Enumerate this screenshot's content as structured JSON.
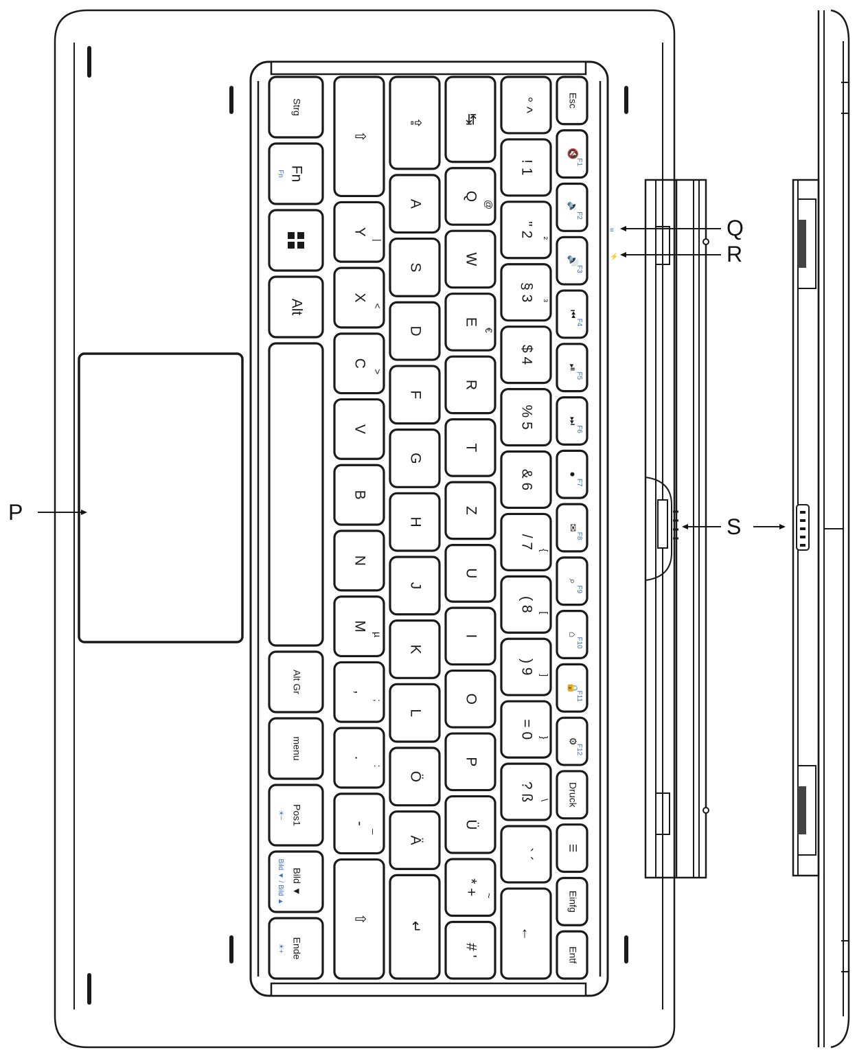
{
  "callouts": [
    {
      "id": "P",
      "label": "P"
    },
    {
      "id": "Q",
      "label": "Q"
    },
    {
      "id": "R",
      "label": "R"
    },
    {
      "id": "S1",
      "label": "S"
    }
  ],
  "keyboard": {
    "columns": [
      {
        "keys": [
          "Strg",
          "Fn",
          "win",
          "Alt",
          "",
          "Alt Gr",
          "menu",
          "Pos1",
          "Bild ▼",
          "Ende"
        ],
        "sizes": [
          1,
          1,
          1,
          1,
          5,
          1,
          1,
          1,
          1,
          1
        ],
        "blue": {
          "1": "Fn",
          "7": "☀−",
          "8": "Bild ▼ / Bild ▲",
          "9": "☀+"
        }
      },
      {
        "keys": [
          "⇧",
          "Y",
          "X",
          "C",
          "V",
          "B",
          "N",
          "M",
          ",",
          ".",
          "-",
          "⇧"
        ],
        "sizes": [
          2,
          1,
          1,
          1,
          1,
          1,
          1,
          1,
          1,
          1,
          1,
          2
        ],
        "sub": [
          "",
          "|",
          "<",
          ">",
          "",
          "",
          "",
          "µ",
          ";",
          ":",
          "_",
          ""
        ]
      },
      {
        "keys": [
          "⇪",
          "A",
          "S",
          "D",
          "F",
          "G",
          "H",
          "J",
          "K",
          "L",
          "Ö",
          "Ä",
          "↵"
        ],
        "sizes": [
          1.6,
          1,
          1,
          1,
          1,
          1,
          1,
          1,
          1,
          1,
          1,
          1,
          1.8
        ]
      },
      {
        "keys": [
          "↹",
          "Q",
          "W",
          "E",
          "R",
          "T",
          "Z",
          "U",
          "I",
          "O",
          "P",
          "Ü",
          "* +",
          "# '"
        ],
        "sizes": [
          1.5,
          1,
          1,
          1,
          1,
          1,
          1,
          1,
          1,
          1,
          1,
          1,
          1,
          1
        ],
        "sub": [
          "",
          "@",
          "",
          "€",
          "",
          "",
          "",
          "",
          "",
          "",
          "",
          "",
          "~",
          ""
        ]
      },
      {
        "keys": [
          "° ^",
          "! 1",
          "\" 2",
          "§ 3",
          "$ 4",
          "% 5",
          "& 6",
          "/ 7",
          "( 8",
          ") 9",
          "= 0",
          "? ß",
          "` ´",
          "←"
        ],
        "sizes": [
          1,
          1,
          1,
          1,
          1,
          1,
          1,
          1,
          1,
          1,
          1,
          1,
          1,
          1.6
        ],
        "sub": [
          "",
          "",
          "²",
          "³",
          "",
          "",
          "",
          "{",
          "[",
          "]",
          "}",
          "\\",
          "",
          ""
        ]
      },
      {
        "keys": [
          "Esc",
          "🔇",
          "🔉",
          "🔊",
          "⏮",
          "⏯",
          "⏭",
          "●",
          "✉",
          "⌕",
          "⌂",
          "🔒",
          "⚙",
          "Druck",
          "☰",
          "Einfg",
          "Entf"
        ],
        "sizes": [
          1,
          1,
          1,
          1,
          1,
          1,
          1,
          1,
          1,
          1,
          1,
          1,
          1,
          1,
          1,
          1,
          1
        ],
        "fn": [
          "",
          "F1",
          "F2",
          "F3",
          "F4",
          "F5",
          "F6",
          "F7",
          "F8",
          "F9",
          "F10",
          "F11",
          "F12",
          "",
          "",
          "",
          ""
        ]
      }
    ]
  },
  "side_view": {
    "indicators": [
      "≡",
      "⚡"
    ]
  }
}
